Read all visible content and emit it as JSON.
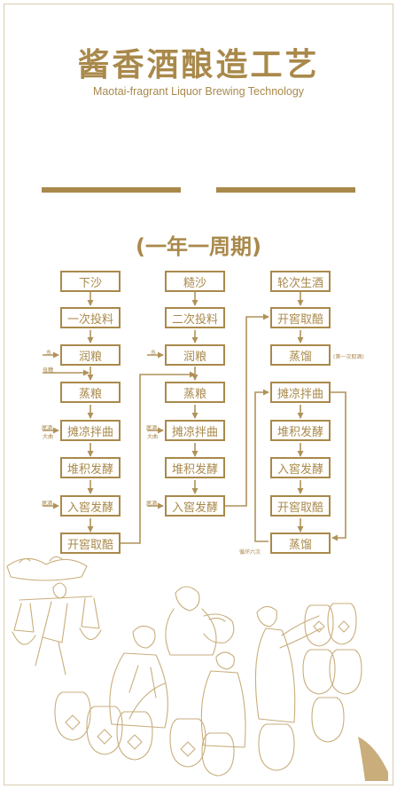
{
  "header": {
    "title": "酱香酒酿造工艺",
    "subtitle": "Maotai-fragrant Liquor Brewing Technology",
    "cycle": "(一年一周期)"
  },
  "columns": {
    "xiasha": {
      "head": "下沙",
      "steps": [
        "一次投料",
        "润粮",
        "蒸粮",
        "摊凉拌曲",
        "堆积发酵",
        "入窖发酵",
        "开窖取醅"
      ]
    },
    "zaosha": {
      "head": "糙沙",
      "steps": [
        "二次投料",
        "润粮",
        "蒸粮",
        "摊凉拌曲",
        "堆积发酵",
        "入窖发酵"
      ]
    },
    "lunci": {
      "head": "轮次生酒",
      "steps": [
        "开窖取醅",
        "蒸馏",
        "摊凉拌曲",
        "堆积发酵",
        "入窖发酵",
        "开窖取醅",
        "蒸馏"
      ]
    }
  },
  "notes": {
    "water_1": "水",
    "mother_grain": "母糟",
    "tailwine_1": "尾酒",
    "daqu_1": "大曲",
    "tailwine_2": "尾酒",
    "water_2": "水",
    "tailwine_3": "尾酒",
    "daqu_2": "大曲",
    "tailwine_4": "尾酒",
    "first_wine": "(第一次取酒)",
    "cycle_six": "循环六次"
  },
  "colors": {
    "accent": "#a9894b",
    "line": "#b0925a"
  }
}
